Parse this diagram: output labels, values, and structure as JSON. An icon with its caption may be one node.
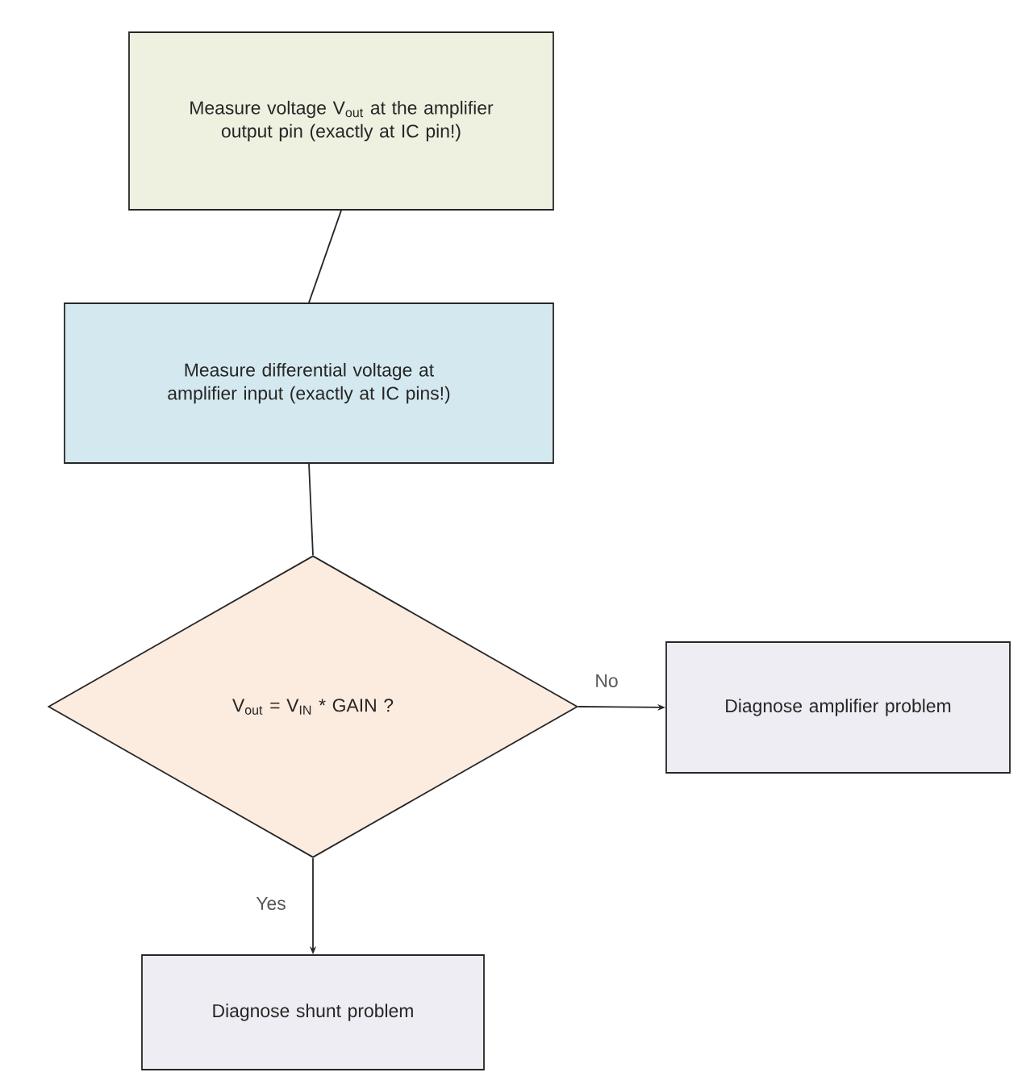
{
  "diagram": {
    "nodes": [
      {
        "text": [
          "Measure voltage V$_{out}$ at the amplifier output pin (exactly at IC pin!)"
        ]
      },
      {
        "text": [
          "Measure differential voltage at amplifier input (exactly at IC pins!)"
        ]
      },
      {
        "text": [
          "V$_{out}$ = V$_{IN}$ * GAIN ?"
        ]
      },
      {
        "text": [
          "Diagnose amplifier problem"
        ]
      },
      {
        "text": [
          "Diagnose shunt problem"
        ]
      }
    ],
    "edges": [
      {
        "from": 0,
        "to": 1,
        "arrow": "none"
      },
      {
        "from": 1,
        "to": 2,
        "arrow": "none"
      },
      {
        "from": 2,
        "to": 3,
        "arrow": "to",
        "label": "No"
      },
      {
        "from": 2,
        "to": 4,
        "arrow": "to",
        "label": "Yes"
      }
    ]
  }
}
